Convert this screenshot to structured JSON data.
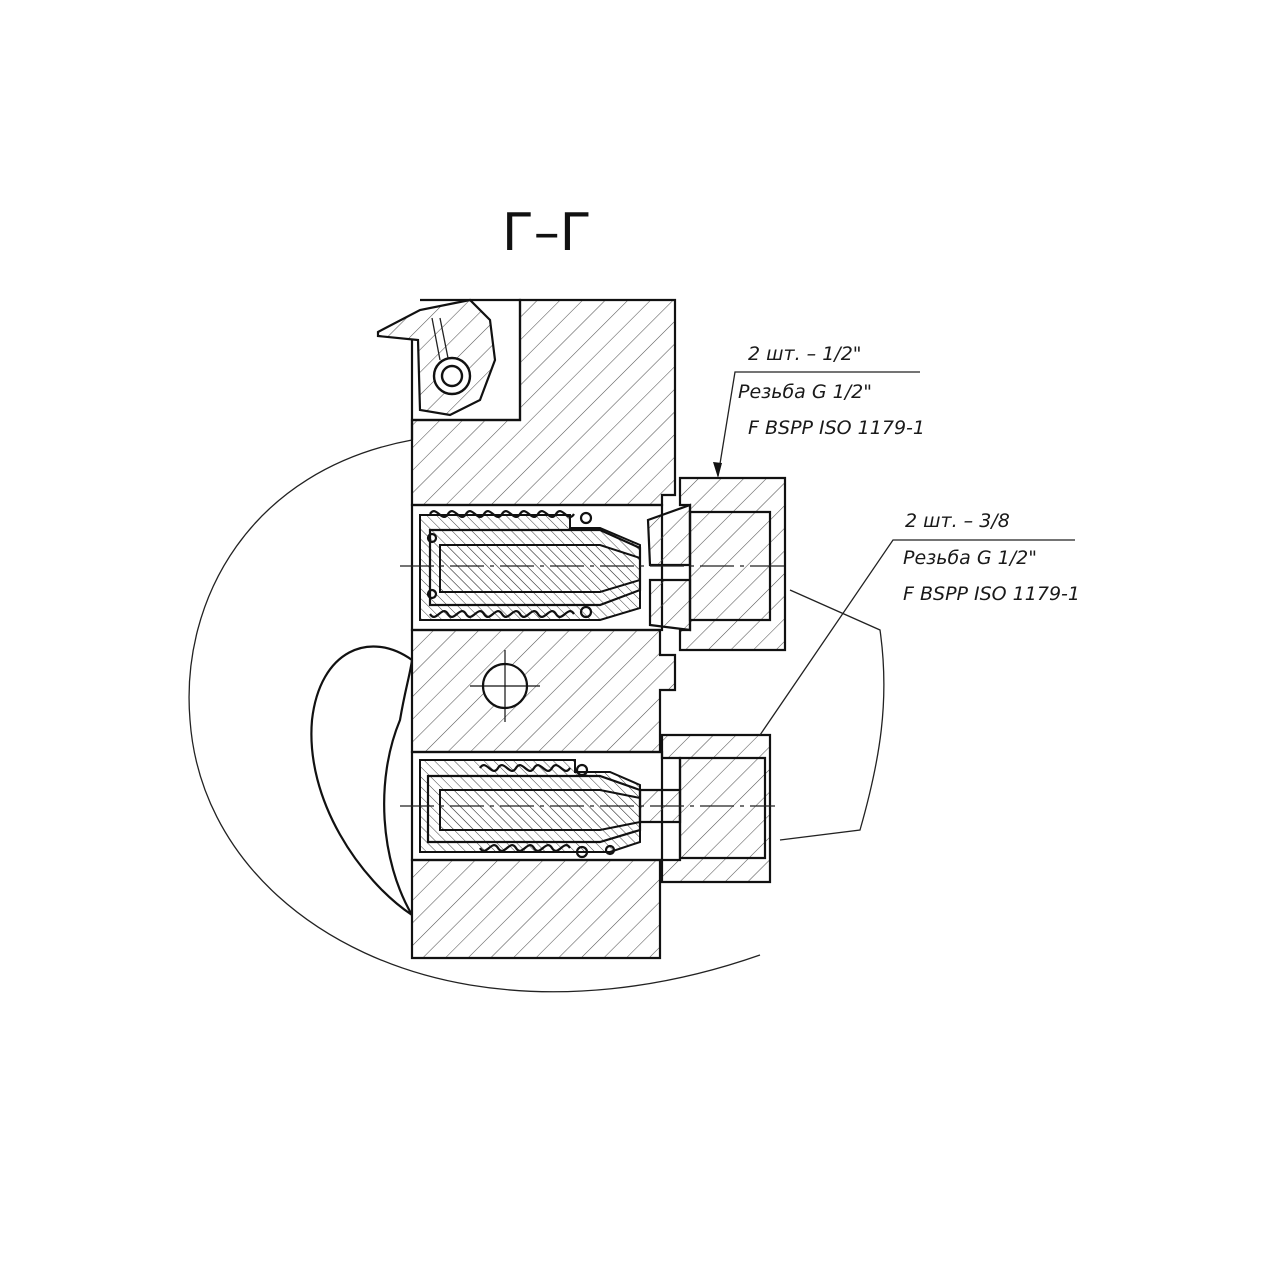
{
  "section": {
    "title": "Г–Г"
  },
  "callouts": [
    {
      "qty": "2 шт. – 1/2\"",
      "thread": "Резьба G 1/2\"",
      "standard": "F BSPP ISO 1179-1"
    },
    {
      "qty": "2 шт. – 3/8",
      "thread": "Резьба G 1/2\"",
      "standard": "F BSPP ISO 1179-1"
    }
  ],
  "colors": {
    "line": "#111111",
    "background": "#ffffff"
  }
}
